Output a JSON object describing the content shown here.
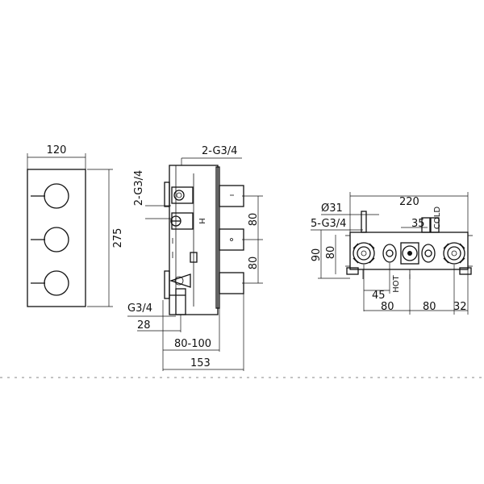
{
  "front_view": {
    "width_label": "120",
    "height_label": "275"
  },
  "side_view": {
    "outlet_label": "2-G3/4",
    "inlet_label_vertical": "2-G3/4",
    "marker_label": "H",
    "spacing_top": "80",
    "spacing_bottom": "80",
    "inlet_bottom_label": "G3/4",
    "depth_28": "28",
    "depth_range": "80-100",
    "depth_total": "153"
  },
  "back_view": {
    "width_label": "220",
    "diameter_label": "Ø31",
    "ports_label": "5-G3/4",
    "spacing_35": "35",
    "cold_label": "COLD",
    "hot_label": "HOT",
    "height_90": "90",
    "height_80": "80",
    "offset_45": "45",
    "spacing_80_left": "80",
    "spacing_80_right": "80",
    "offset_32": "32"
  }
}
